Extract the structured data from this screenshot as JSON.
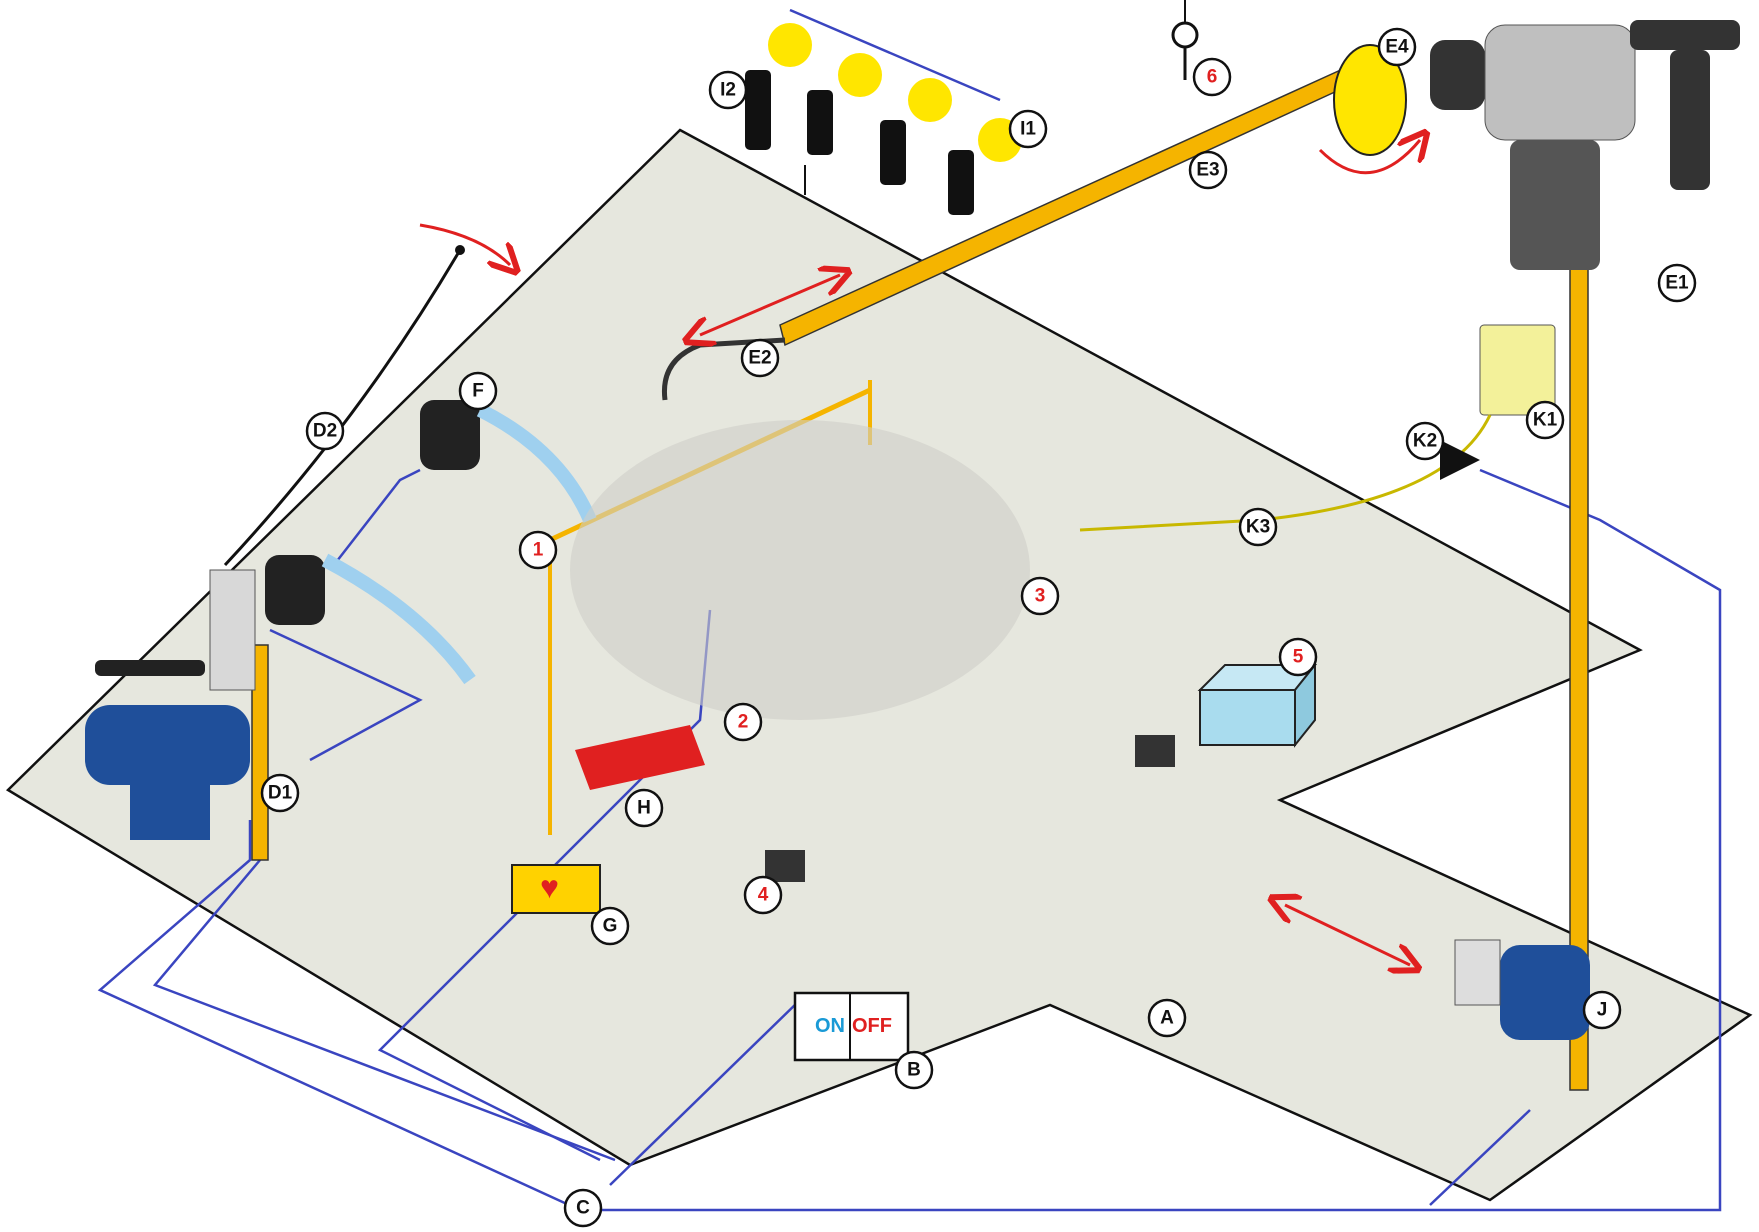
{
  "labels": {
    "A": "A",
    "B": "B",
    "C": "C",
    "D1": "D1",
    "D2": "D2",
    "E1": "E1",
    "E2": "E2",
    "E3": "E3",
    "E4": "E4",
    "F": "F",
    "G": "G",
    "H": "H",
    "I1": "I1",
    "I2": "I2",
    "J": "J",
    "K1": "K1",
    "K2": "K2",
    "K3": "K3",
    "n1": "1",
    "n2": "2",
    "n3": "3",
    "n4": "4",
    "n5": "5",
    "n6": "6"
  },
  "switch": {
    "on": "ON",
    "off": "OFF",
    "on_color": "#1a9ad6",
    "off_color": "#e02020"
  },
  "colors": {
    "floor": "#e6e7de",
    "wire": "#3a45c0",
    "bar": "#f5b400",
    "arrow": "#e02020",
    "bulb": "#ffe600",
    "tank": "#f3f19a",
    "box": "#a9dcee"
  }
}
